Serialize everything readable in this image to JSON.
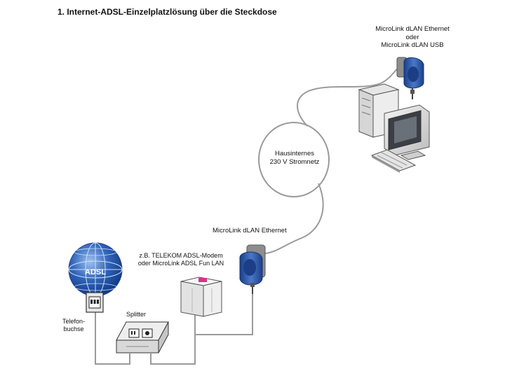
{
  "title": "1. Internet-ADSL-Einzelplatzlösung über die Steckdose",
  "labels": {
    "pc_adapter_line1": "MicroLink dLAN Ethernet",
    "pc_adapter_line2": "oder",
    "pc_adapter_line3": "MicroLink dLAN USB",
    "powerline_line1": "Hausinternes",
    "powerline_line2": "230 V Stromnetz",
    "modem_adapter": "MicroLink dLAN Ethernet",
    "modem_line1": "z.B. TELEKOM ADSL-Modem",
    "modem_line2": "oder MicroLink ADSL Fun LAN",
    "globe": "ADSL",
    "splitter": "Splitter",
    "wall_socket_line1": "Telefon-",
    "wall_socket_line2": "buchse"
  },
  "colors": {
    "cable": "#9a9a9a",
    "adapter_blue": "#2a4f9c",
    "globe_blue": "#2f63b8",
    "modem_pink": "#d6338c"
  }
}
